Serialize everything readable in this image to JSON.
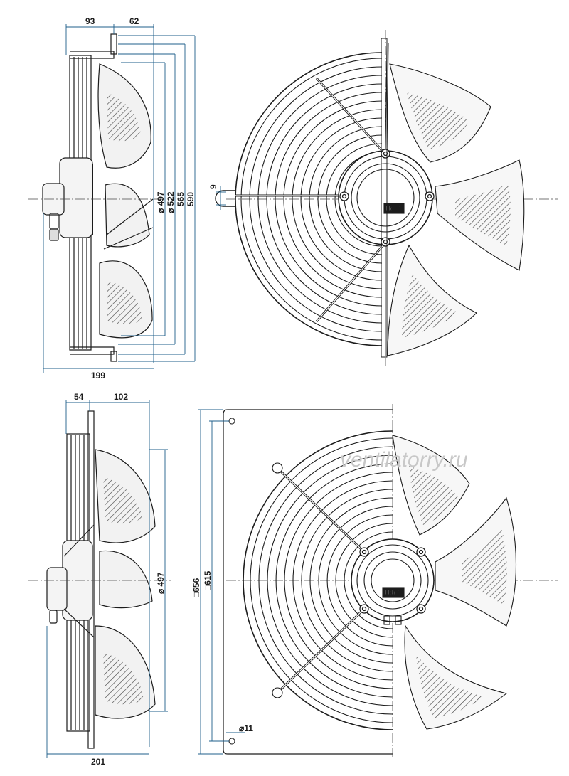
{
  "drawing": {
    "top_side": {
      "width_left": "93",
      "width_right": "62",
      "total_depth": "199",
      "diameters": [
        "⌀ 497",
        "⌀ 522",
        "565",
        "590"
      ]
    },
    "top_front": {
      "lug_height": "9",
      "brand_plate": "Hdr/’"
    },
    "bottom_side": {
      "width_left": "54",
      "width_right": "102",
      "total_depth": "201",
      "diameter": "⌀ 497"
    },
    "bottom_front": {
      "plate_outer": "□656",
      "plate_inner": "□615",
      "hole": "⌀11",
      "brand_plate": "Hdr/’"
    },
    "watermark": "ventilatorry.ru"
  },
  "colors": {
    "line": "#1c1c1c",
    "dimension": "#1f5f8b",
    "centerline": "#4a4a4a"
  }
}
